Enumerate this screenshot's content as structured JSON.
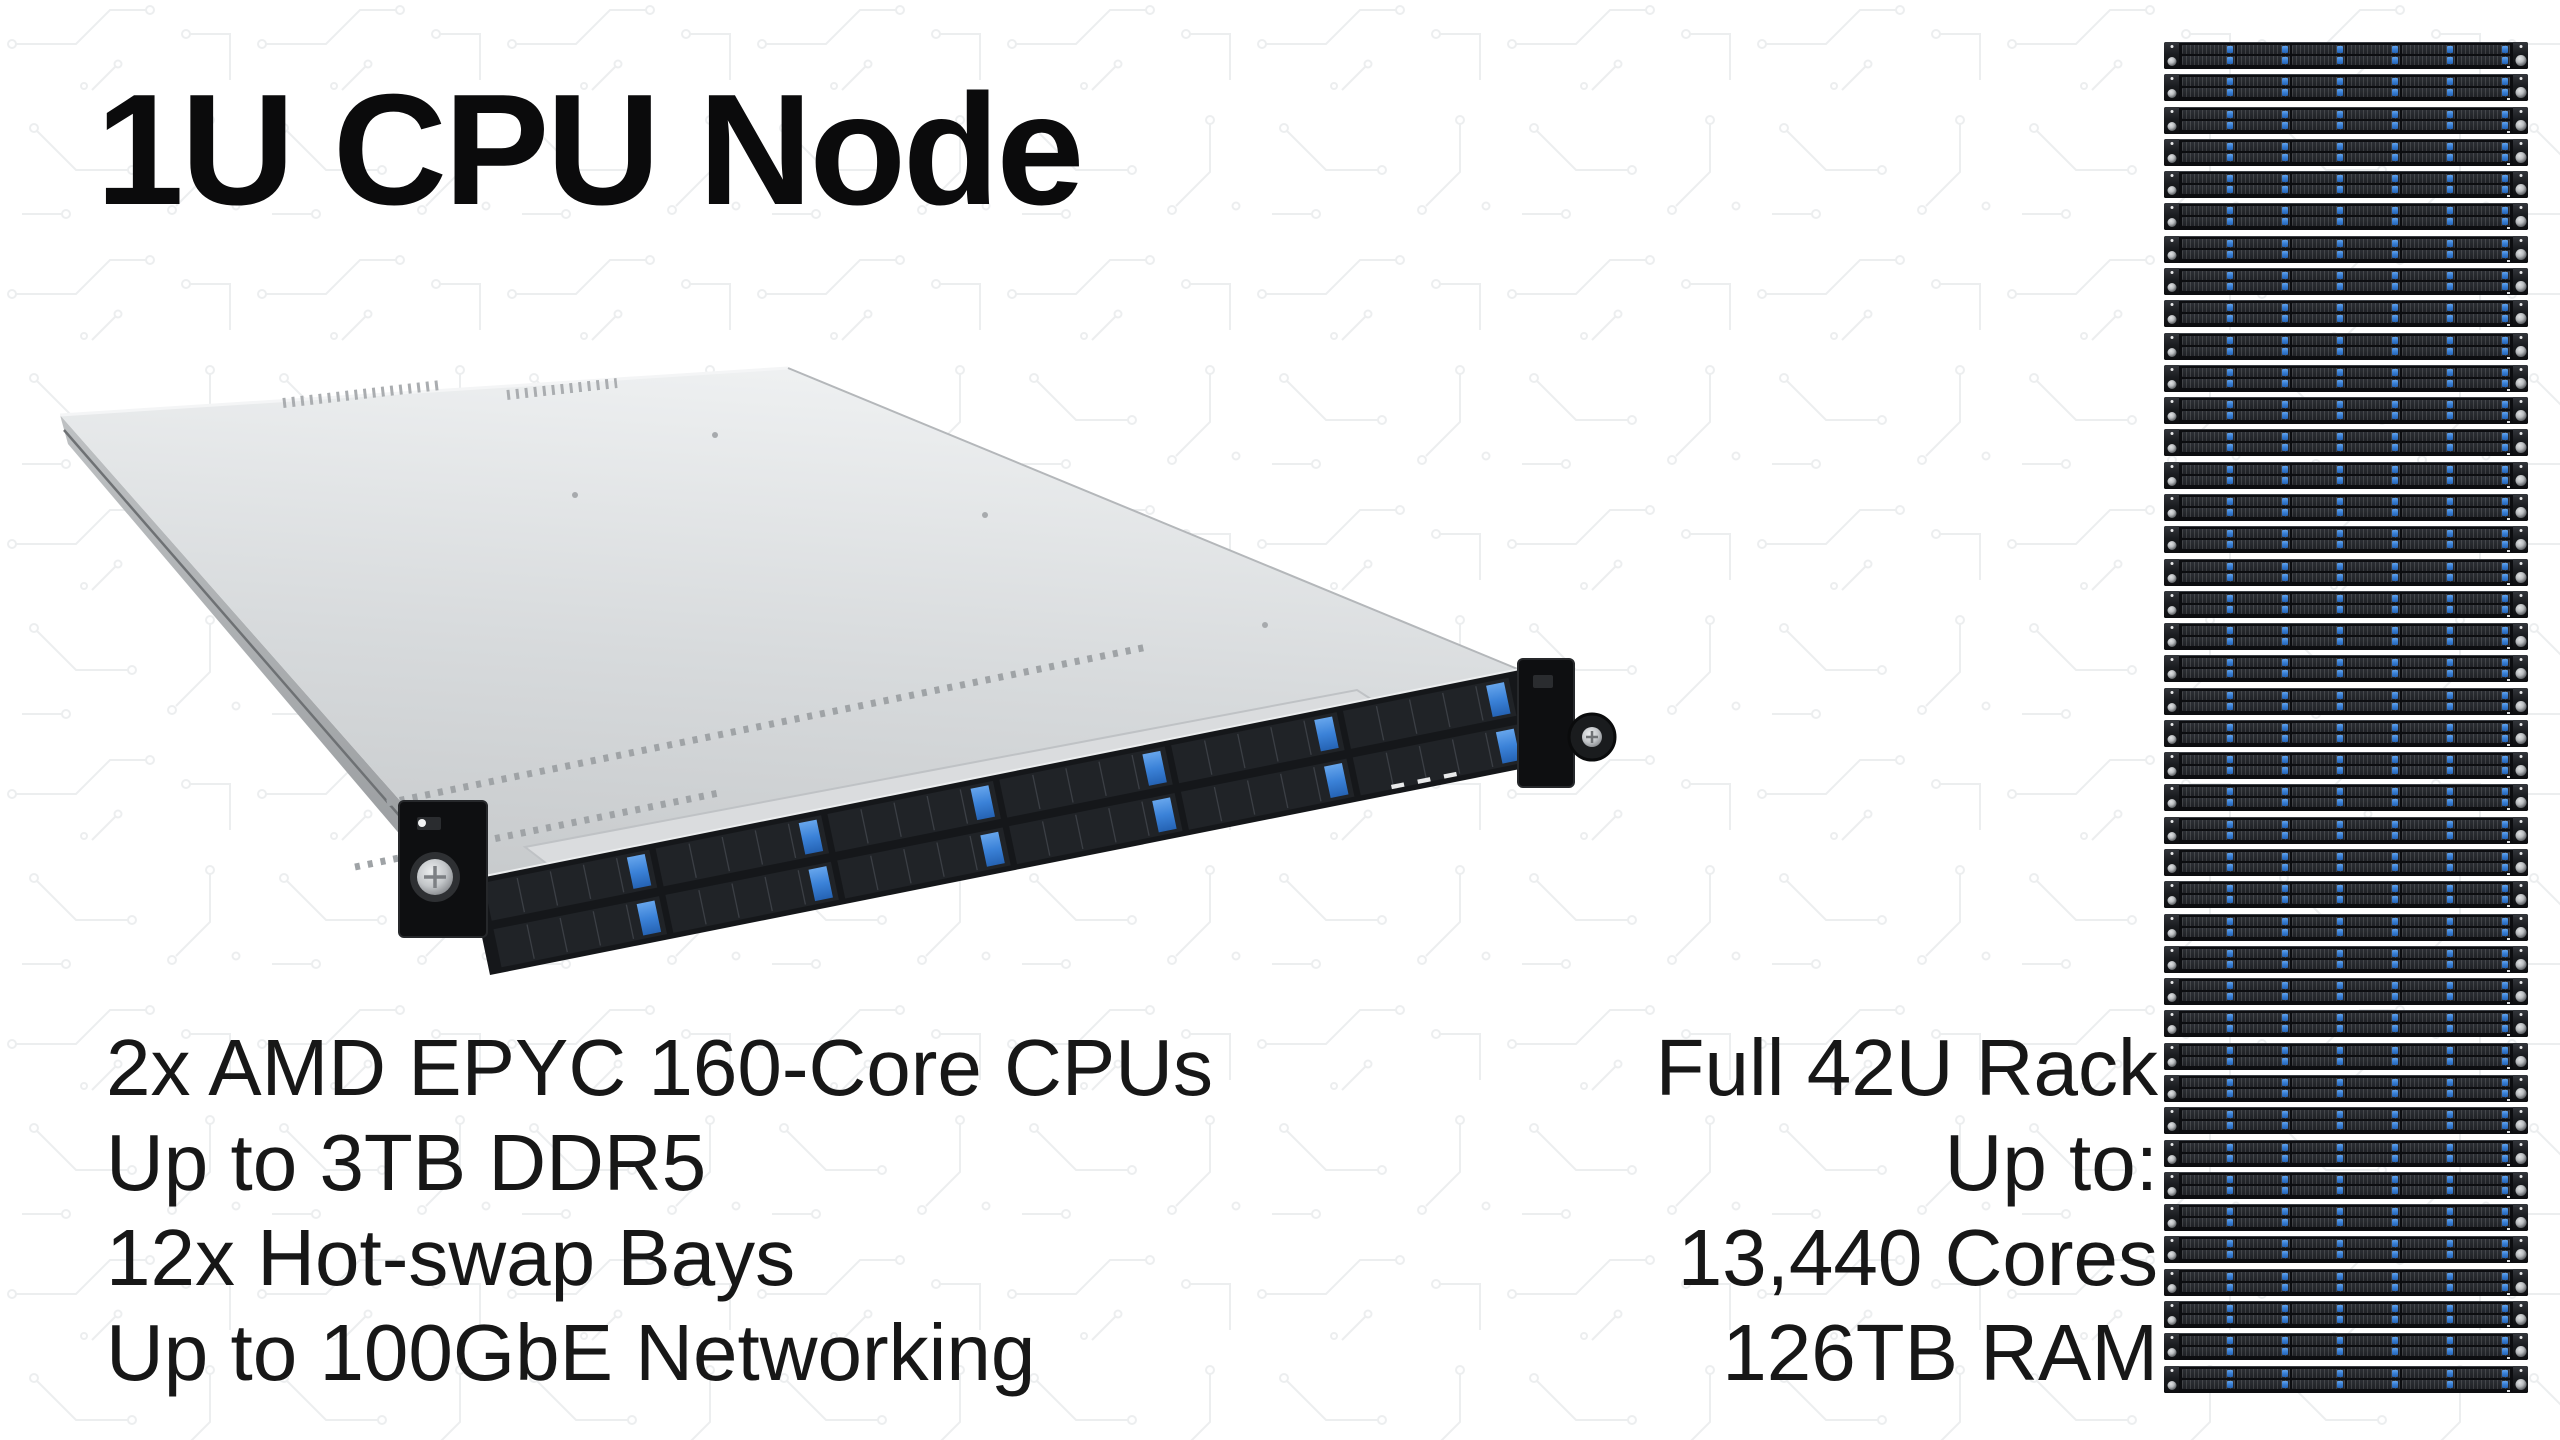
{
  "slide": {
    "title": "1U CPU Node",
    "background_color": "#ffffff",
    "text_color": "#141414"
  },
  "node_specs": {
    "lines": [
      "2x AMD EPYC 160-Core CPUs",
      "Up to 3TB DDR5",
      "12x Hot-swap Bays",
      "Up to 100GbE Networking"
    ]
  },
  "rack_specs": {
    "lines": [
      "Full 42U Rack",
      "Up to:",
      "13,440 Cores",
      "126TB RAM"
    ]
  },
  "rack": {
    "unit_count": 42,
    "drive_columns": 6,
    "drive_rows": 2,
    "accent_color": "#3b82d8"
  },
  "server": {
    "drive_columns": 6,
    "drive_rows": 2,
    "accent_color": "#3b82d8",
    "cover_color": "#d6d9db",
    "front_panel_color": "#15171a"
  }
}
